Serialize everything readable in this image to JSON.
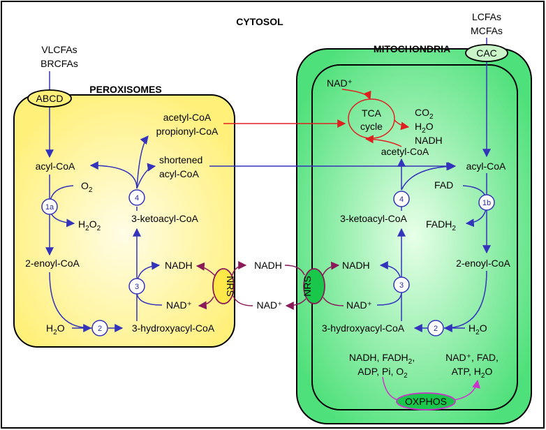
{
  "compartments": {
    "cytosol": "CYTOSOL",
    "peroxisomes": "PEROXISOMES",
    "mitochondria": "MITOCHONDRIA"
  },
  "transporters": {
    "abcd": "ABCD",
    "cac": "CAC",
    "nrs": "NRS",
    "oxphos": "OXPHOS"
  },
  "inputs": {
    "vlcfas": "VLCFAs",
    "brcfas": "BRCFAs",
    "lcfas": "LCFAs",
    "mcfas": "MCFAs"
  },
  "peroxisome": {
    "acyl_coa": "acyl-CoA",
    "o2": "O",
    "o2_sub": "2",
    "h2o2_a": "H",
    "h2o2_sub1": "2",
    "h2o2_b": "O",
    "h2o2_sub2": "2",
    "enoyl_coa": "2-enoyl-CoA",
    "h2o_a": "H",
    "h2o_sub": "2",
    "h2o_b": "O",
    "hydroxyacyl_coa": "3-hydroxyacyl-CoA",
    "nadh": "NADH",
    "nad_plus": "NAD⁺",
    "ketoacyl_coa": "3-ketoacyl-CoA",
    "acetyl_coa": "acetyl-CoA",
    "propionyl_coa": "propionyl-CoA",
    "shortened_1": "shortened",
    "shortened_2": "acyl-CoA"
  },
  "cytosol_species": {
    "nadh": "NADH",
    "nad_plus": "NAD⁺"
  },
  "mitochondrion": {
    "acyl_coa": "acyl-CoA",
    "fad": "FAD",
    "fadh2_a": "FADH",
    "fadh2_sub": "2",
    "enoyl_coa": "2-enoyl-CoA",
    "h2o_a": "H",
    "h2o_sub": "2",
    "h2o_b": "O",
    "hydroxyacyl_coa": "3-hydroxyacyl-CoA",
    "nadh": "NADH",
    "nad_plus": "NAD⁺",
    "ketoacyl_coa": "3-ketoacyl-CoA",
    "acetyl_coa": "acetyl-CoA",
    "tca_1": "TCA",
    "tca_2": "cycle",
    "tca_nad_plus": "NAD⁺",
    "co2_a": "CO",
    "co2_sub": "2",
    "h2o_out_a": "H",
    "h2o_out_sub": "2",
    "h2o_out_b": "O",
    "tca_nadh": "NADH",
    "ox_in_1a": "NADH, FADH",
    "ox_in_1sub": "2",
    "ox_in_1b": ",",
    "ox_in_2a": "ADP, Pi, O",
    "ox_in_2sub": "2",
    "ox_out_1": "NAD⁺, FAD,",
    "ox_out_2a": "ATP, H",
    "ox_out_2sub": "2",
    "ox_out_2b": "O"
  },
  "steps": {
    "p_1a": "1a",
    "p_2": "2",
    "p_3": "3",
    "p_4": "4",
    "m_1b": "1b",
    "m_2": "2",
    "m_3": "3",
    "m_4": "4"
  },
  "colors": {
    "pathway_arrow": "#3333bb",
    "nrs_arrow": "#8b1a5a",
    "carbon_export_arrow": "#e02020",
    "tca_arrow": "#e02020",
    "oxphos_arrow": "#cc33cc",
    "peroxisome_fill": "#fff07a",
    "mitochondria_fill": "#4ee07a",
    "nrs_peroxisome_fill": "#ffe84a",
    "nrs_mito_fill": "#19c84a"
  }
}
